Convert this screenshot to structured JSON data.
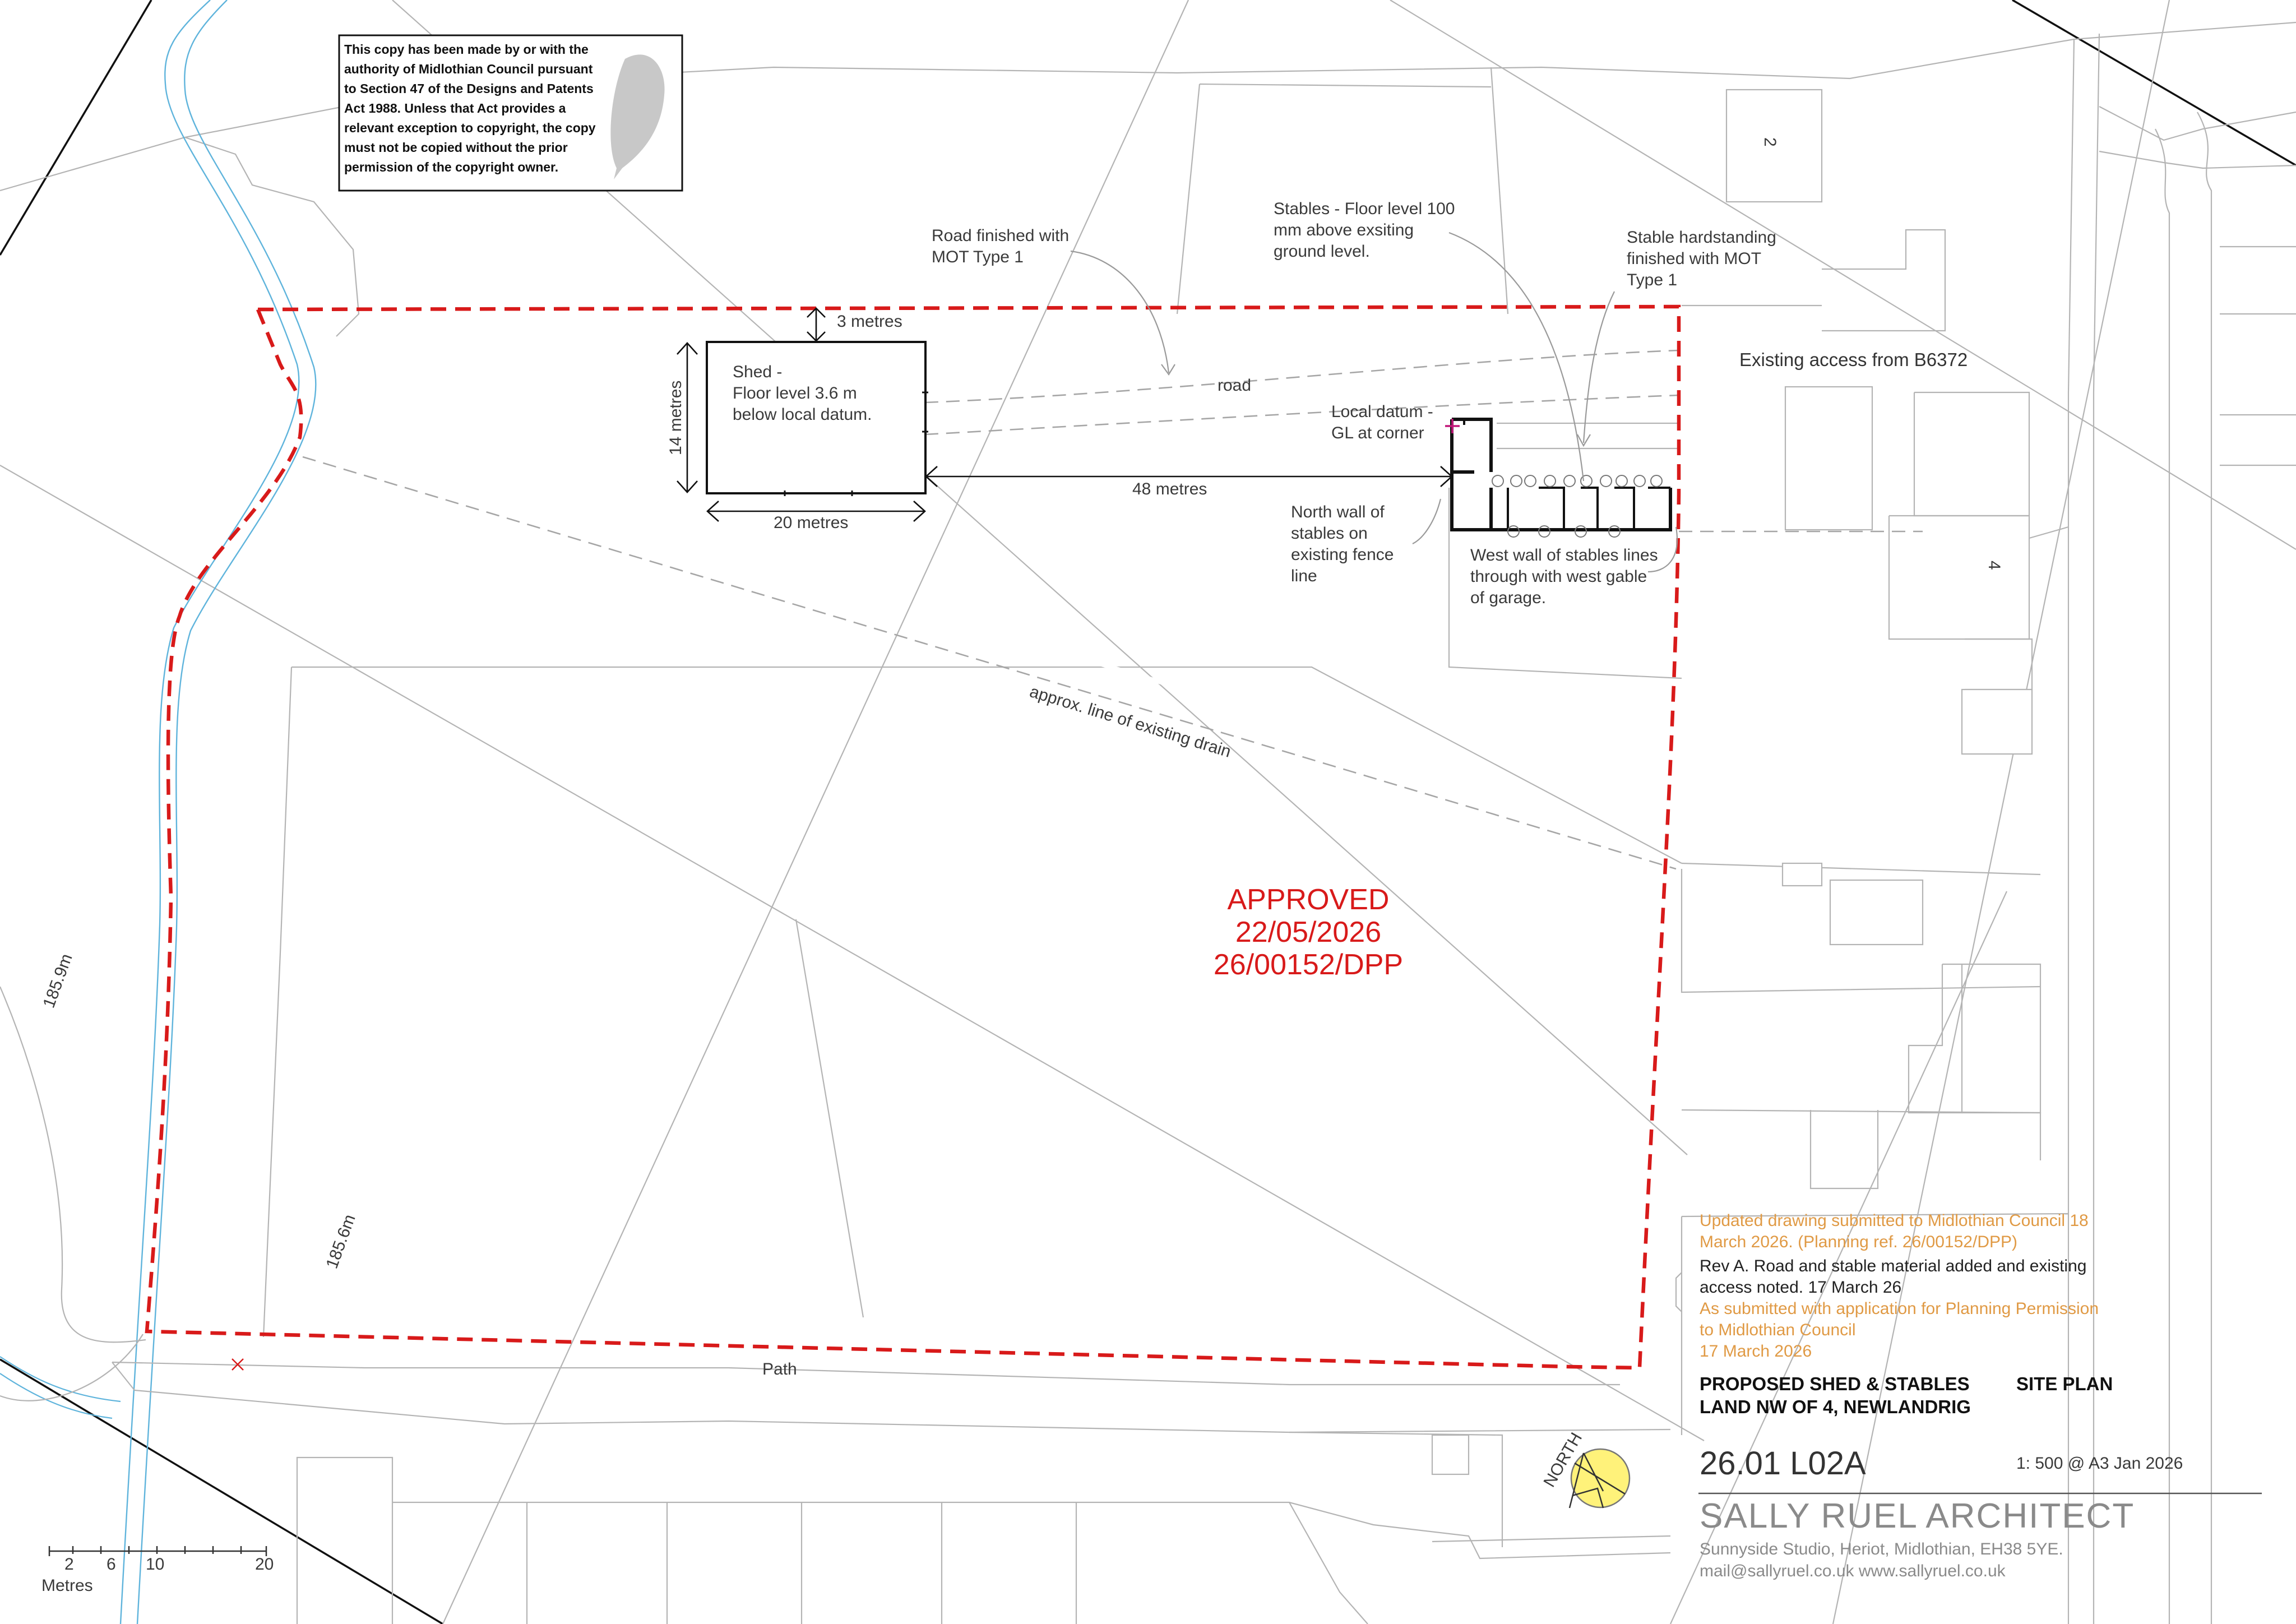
{
  "copyright_notice": [
    "This copy has been made by or with the",
    "authority of Midlothian Council pursuant",
    "to Section 47 of the Designs and Patents",
    "Act 1988. Unless that Act provides a",
    "relevant exception to copyright, the copy",
    "must not be copied without the prior",
    "permission of the copyright owner."
  ],
  "annotations": {
    "road_finish": [
      "Road finished with",
      "MOT Type 1"
    ],
    "stables_floor": [
      "Stables - Floor level 100",
      "mm above exsiting",
      "ground level."
    ],
    "hardstanding": [
      "Stable hardstanding",
      "finished with MOT",
      "Type 1"
    ],
    "existing_access": "Existing access from B6372",
    "shed": [
      "Shed -",
      "Floor level 3.6 m",
      "below local datum."
    ],
    "road": "road",
    "local_datum": [
      "Local datum -",
      "GL at corner"
    ],
    "north_wall": [
      "North wall of",
      "stables on",
      "existing fence",
      "line"
    ],
    "west_wall": [
      "West wall of stables lines",
      "through with west gable",
      "of garage."
    ],
    "drain": "approx. line of existing drain",
    "path": "Path",
    "level_1": "185.9m",
    "level_2": "185.6m",
    "north": "NORTH",
    "house_2": "2",
    "house_4": "4"
  },
  "dimensions": {
    "gap_top": "3 metres",
    "shed_height": "14 metres",
    "shed_width": "20 metres",
    "distance": "48 metres"
  },
  "approval": {
    "status": "APPROVED",
    "date": "22/05/2026",
    "ref": "26/00152/DPP"
  },
  "revision_notes": {
    "updated": [
      "Updated drawing submitted to Midlothian Council 18",
      "March 2026. (Planning ref. 26/00152/DPP)"
    ],
    "rev_a": [
      "Rev A. Road and stable material added and existing",
      "access noted. 17 March 26"
    ],
    "submitted": [
      "As submitted with application for Planning Permission",
      "to Midlothian Council",
      "17 March 2026"
    ]
  },
  "title_block": {
    "project": [
      "PROPOSED SHED & STABLES",
      "LAND NW OF 4, NEWLANDRIG"
    ],
    "sheet": "SITE PLAN",
    "drawing_no": "26.01 L02A",
    "scale_date": "1: 500 @ A3  Jan 2026",
    "firm": "SALLY RUEL ARCHITECT",
    "address": "Sunnyside Studio, Heriot, Midlothian, EH38 5YE.",
    "contact": " mail@sallyruel.co.uk  www.sallyruel.co.uk"
  },
  "scale_bar": {
    "ticks": [
      "2",
      "6",
      "10",
      "20"
    ],
    "unit": "Metres"
  },
  "colors": {
    "boundary": "#d81a1a",
    "stream": "#5fb4dc",
    "orange_note": "#e09a45",
    "north_fill": "#fff27a"
  }
}
